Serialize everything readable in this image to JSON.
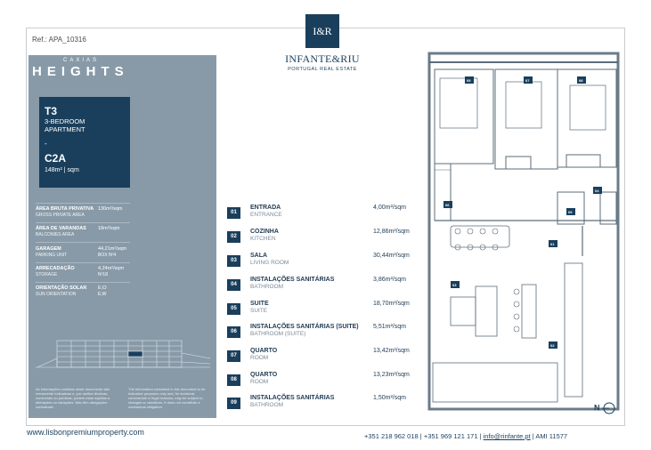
{
  "header": {
    "ref": "Ref.: APA_10316",
    "logo_monogram": "I&R",
    "logo_name": "INFANTE&RIU",
    "logo_tagline": "PORTUGAL REAL ESTATE"
  },
  "panel": {
    "brand_top": "CAXIAS",
    "brand_main": "HEIGHTS",
    "typology": "T3",
    "typology_desc": "3-BEDROOM APARTMENT",
    "dash": "-",
    "unit_code": "C2A",
    "unit_area": "148m² | sqm",
    "specs": [
      {
        "pt": "ÁREA BRUTA PRIVATIVA",
        "en": "GROSS PRIVATE AREA",
        "value": "130m²/sqm",
        "value_en": ""
      },
      {
        "pt": "ÁREA DE VARANDAS",
        "en": "BALCONIES AREA",
        "value": "18m²/sqm",
        "value_en": ""
      },
      {
        "pt": "GARAGEM",
        "en": "PARKING UNIT",
        "value": "44,21m²/sqm",
        "value_en": "BOX Nº4"
      },
      {
        "pt": "ARRECADAÇÃO",
        "en": "STORAGE",
        "value": "4,24m²/sqm",
        "value_en": "Nº18"
      },
      {
        "pt": "ORIENTAÇÃO SOLAR",
        "en": "SUN ORIENTATION",
        "value": "E;O",
        "value_en": "E;W"
      }
    ],
    "disclaimer_pt": "As informações contidas neste documento são meramente indicativas e, por razões técnicas, comerciais ou jurídicas, podem estar sujeitas a alterações ou variações. Não têm obrigações contratuais.",
    "disclaimer_en": "The information contained in this document is for indicative purposes only and, for technical, commercial or legal reasons, may be subject to changes or variations. It does not constitute a contractual obligation."
  },
  "rooms": [
    {
      "num": "01",
      "pt": "ENTRADA",
      "en": "ENTRANCE",
      "area": "4,00m²/sqm"
    },
    {
      "num": "02",
      "pt": "COZINHA",
      "en": "KITCHEN",
      "area": "12,86m²/sqm"
    },
    {
      "num": "03",
      "pt": "SALA",
      "en": "LIVING ROOM",
      "area": "30,44m²/sqm"
    },
    {
      "num": "04",
      "pt": "INSTALAÇÕES SANITÁRIAS",
      "en": "BATHROOM",
      "area": "3,86m²/sqm"
    },
    {
      "num": "05",
      "pt": "SUITE",
      "en": "SUITE",
      "area": "18,70m²/sqm"
    },
    {
      "num": "06",
      "pt": "INSTALAÇÕES SANITÁRIAS (SUITE)",
      "en": "BATHROOM (SUITE)",
      "area": "5,51m²/sqm"
    },
    {
      "num": "07",
      "pt": "QUARTO",
      "en": "ROOM",
      "area": "13,42m²/sqm"
    },
    {
      "num": "08",
      "pt": "QUARTO",
      "en": "ROOM",
      "area": "13,23m²/sqm"
    },
    {
      "num": "09",
      "pt": "INSTALAÇÕES SANITÁRIAS",
      "en": "BATHROOM",
      "area": "1,50m²/sqm"
    }
  ],
  "plan_labels": [
    "05",
    "07",
    "08",
    "04",
    "06",
    "09",
    "01",
    "03",
    "02"
  ],
  "compass": "N",
  "footer": {
    "website": "www.lisbonpremiumproperty.com",
    "phone1": "+351 218 962 018",
    "phone2": "+351 969 121 171",
    "email": "info@rinfante.pt",
    "ami": "AMI 11577"
  },
  "colors": {
    "navy": "#1a3f5c",
    "panel": "#889aa8"
  }
}
